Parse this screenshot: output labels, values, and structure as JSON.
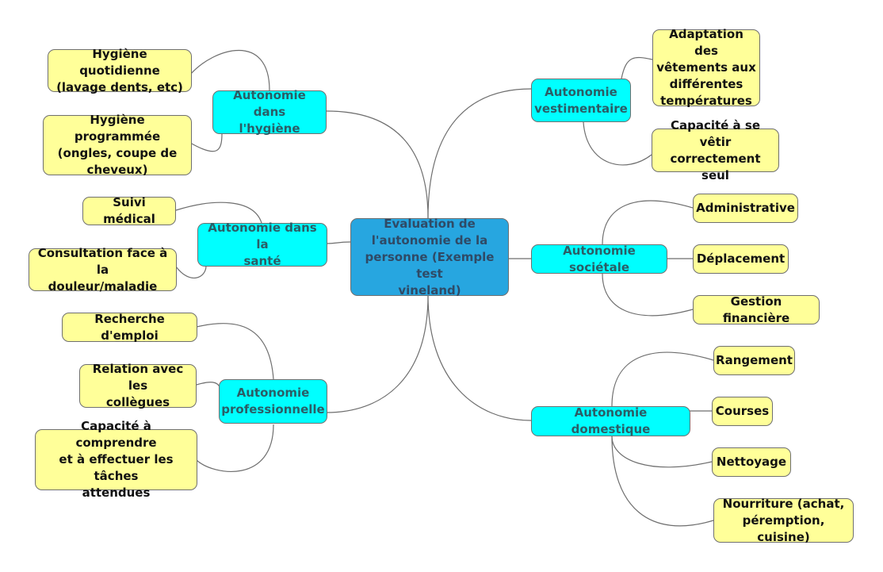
{
  "center": {
    "label": "Evaluation de\nl'autonomie de la\npersonne (Exemple test\nvineland)"
  },
  "branches": [
    {
      "label": "Autonomie dans\nl'hygiène",
      "leaves": [
        "Hygiène quotidienne\n(lavage dents, etc)",
        "Hygiène programmée\n(ongles, coupe de\ncheveux)"
      ]
    },
    {
      "label": "Autonomie dans la\nsanté",
      "leaves": [
        "Suivi médical",
        "Consultation face à la\ndouleur/maladie"
      ]
    },
    {
      "label": "Autonomie\nprofessionnelle",
      "leaves": [
        "Recherche d'emploi",
        "Relation avec les\ncollègues",
        "Capacité à comprendre\net à effectuer les tâches\nattendues"
      ]
    },
    {
      "label": "Autonomie\nvestimentaire",
      "leaves": [
        "Adaptation des\nvêtements aux\ndifférentes\ntempératures",
        "Capacité à se vêtir\ncorrectement seul"
      ]
    },
    {
      "label": "Autonomie sociétale",
      "leaves": [
        "Administrative",
        "Déplacement",
        "Gestion financière"
      ]
    },
    {
      "label": "Autonomie domestique",
      "leaves": [
        "Rangement",
        "Courses",
        "Nettoyage",
        "Nourriture (achat,\npéremption, cuisine)"
      ]
    }
  ],
  "colors": {
    "center": "#27a6e0",
    "branch": "#00ffff",
    "leaf": "#ffff99",
    "link": "#6e6e6e"
  }
}
